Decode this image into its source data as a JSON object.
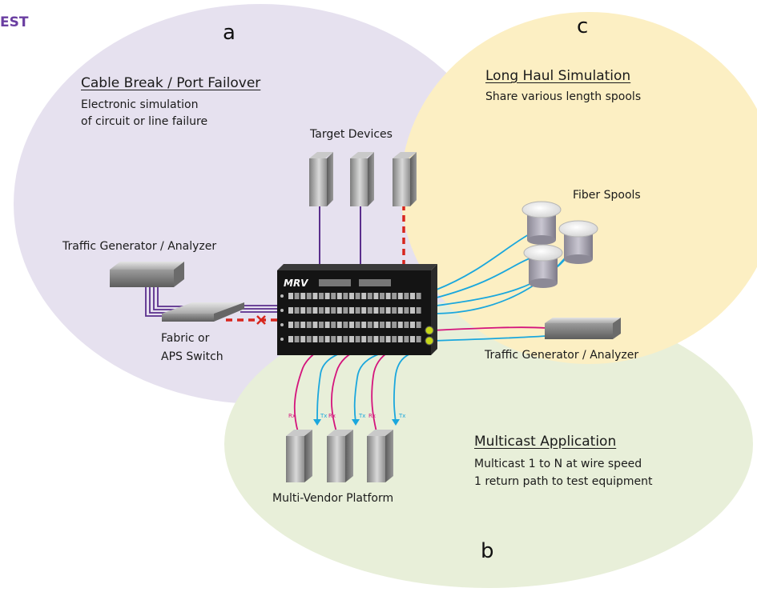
{
  "colors": {
    "zone_a": "#e6e1ef",
    "zone_b": "#e8efd9",
    "zone_c": "#fcefc3",
    "purple_link": "#5a2e8c",
    "red_fail": "#d7261e",
    "cyan_tx": "#1aa7dd",
    "magenta_rx": "#d4147c",
    "corner_text": "#6a3ea1"
  },
  "corner_text": "EST",
  "zones": {
    "a": {
      "letter": "a",
      "heading": "Cable Break / Port Failover",
      "lines": [
        "Electronic simulation",
        "of circuit or line failure"
      ]
    },
    "b": {
      "letter": "b",
      "heading": "Multicast Application",
      "lines": [
        "Multicast 1 to N at wire speed",
        "1 return path to test equipment"
      ]
    },
    "c": {
      "letter": "c",
      "heading": "Long Haul Simulation",
      "lines": [
        "Share various length spools"
      ]
    }
  },
  "devices": {
    "target_devices": "Target Devices",
    "fiber_spools": "Fiber Spools",
    "traffic_gen_left": "Traffic Generator / Analyzer",
    "fabric_switch": [
      "Fabric or",
      "APS Switch"
    ],
    "traffic_gen_right": "Traffic Generator / Analyzer",
    "multi_vendor": "Multi-Vendor Platform",
    "chassis_brand": "MRV"
  },
  "port_labels": {
    "rx": "Rx",
    "tx": "Tx"
  }
}
